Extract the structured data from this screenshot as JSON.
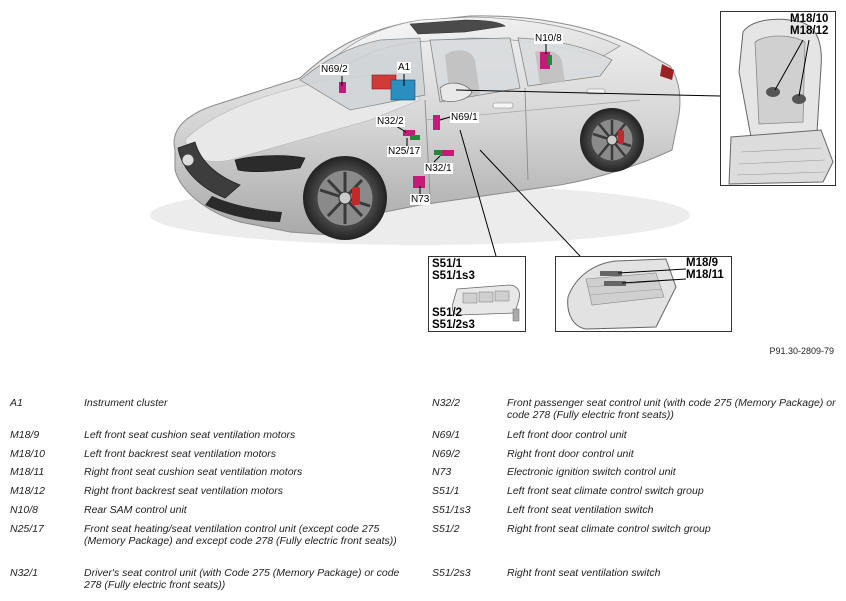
{
  "figure": {
    "code": "P91.30-2809-79",
    "callouts": {
      "n69_2": "N69/2",
      "a1": "A1",
      "n10_8": "N10/8",
      "n32_2": "N32/2",
      "n69_1": "N69/1",
      "n25_17": "N25/17",
      "n32_1": "N32/1",
      "n73": "N73"
    },
    "insets": {
      "seat_backrest": [
        "M18/10",
        "M18/12"
      ],
      "switch": {
        "top": [
          "S51/1",
          "S51/1s3"
        ],
        "bottom": [
          "S51/2",
          "S51/2s3"
        ]
      },
      "seat_cushion": [
        "M18/9",
        "M18/11"
      ]
    }
  },
  "legend": {
    "left": [
      {
        "code": "A1",
        "description": "Instrument cluster"
      },
      {
        "code": "M18/9",
        "description": "Left front seat cushion seat ventilation motors"
      },
      {
        "code": "M18/10",
        "description": "Left front backrest seat ventilation motors"
      },
      {
        "code": "M18/11",
        "description": "Right front seat cushion seat ventilation motors"
      },
      {
        "code": "M18/12",
        "description": "Right front backrest seat ventilation motors"
      },
      {
        "code": "N10/8",
        "description": "Rear SAM control unit"
      },
      {
        "code": "N25/17",
        "description": "Front seat heating/seat ventilation control unit (except code 275 (Memory Package) and except code 278 (Fully electric front seats))"
      },
      {
        "code": "N32/1",
        "description": "Driver's seat control unit (with Code 275 (Memory Package) or code 278 (Fully electric front seats))"
      }
    ],
    "right": [
      {
        "code": "N32/2",
        "description": "Front passenger seat control unit (with code 275 (Memory Package) or code 278 (Fully electric front seats))"
      },
      {
        "code": "N69/1",
        "description": "Left front door control unit"
      },
      {
        "code": "N69/2",
        "description": "Right front door control unit"
      },
      {
        "code": "N73",
        "description": "Electronic ignition switch control unit"
      },
      {
        "code": "S51/1",
        "description": "Left front seat climate control switch group"
      },
      {
        "code": "S51/1s3",
        "description": "Left front seat ventilation switch"
      },
      {
        "code": "S51/2",
        "description": "Right front seat climate control switch group"
      },
      {
        "code": "S51/2s3",
        "description": "Right front seat ventilation switch"
      }
    ]
  }
}
